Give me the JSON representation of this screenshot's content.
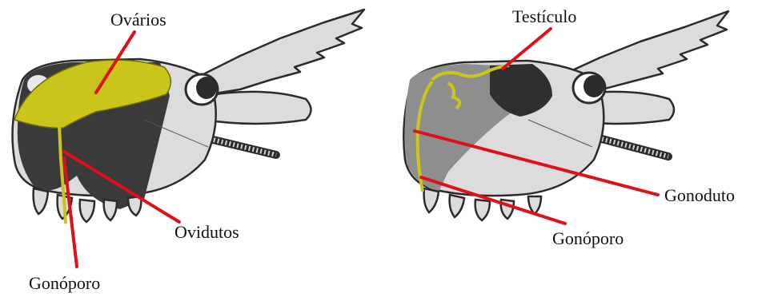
{
  "colors": {
    "shell_dark": "#3a3a3a",
    "shell_light": "#dcdcdc",
    "organ_yellow": "#c9c51a",
    "leader_red": "#e0101a",
    "outline": "#2b2b2b"
  },
  "female": {
    "labels": {
      "ovaries": "Ovários",
      "oviducts": "Ovidutos",
      "gonopore": "Gonóporo"
    }
  },
  "male": {
    "labels": {
      "testicle": "Testículo",
      "gonoduct": "Gonoduto",
      "gonopore": "Gonóporo"
    }
  }
}
